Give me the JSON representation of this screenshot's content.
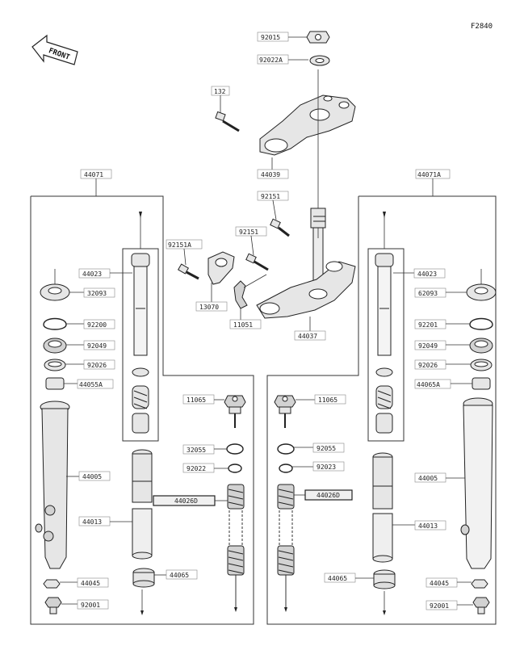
{
  "figure_code": "F2840",
  "front_label": "FRONT",
  "labels": {
    "l92015": "92015",
    "l92022A": "92022A",
    "l132": "132",
    "l44039": "44039",
    "l44071": "44071",
    "l44071A": "44071A",
    "l92151": "92151",
    "l92151b": "92151",
    "l92151A": "92151A",
    "l13070": "13070",
    "l11051": "11051",
    "l44037": "44037",
    "l44023L": "44023",
    "l32093": "32093",
    "l92200": "92200",
    "l92049L": "92049",
    "l92026L": "92026",
    "l44055A": "44055A",
    "l44005L": "44005",
    "l44013L": "44013",
    "l44045L": "44045",
    "l92001L": "92001",
    "l11065L": "11065",
    "l32055": "32055",
    "l92022": "92022",
    "l44026DL": "44026D",
    "l44065L": "44065",
    "l44023R": "44023",
    "l62093": "62093",
    "l92201": "92201",
    "l92049R": "92049",
    "l92026R": "92026",
    "l44065A": "44065A",
    "l44005R": "44005",
    "l44013R": "44013",
    "l44045R": "44045",
    "l92001R": "92001",
    "l11065R": "11065",
    "l92055": "92055",
    "l92023": "92023",
    "l44026DR": "44026D",
    "l44065R": "44065"
  }
}
